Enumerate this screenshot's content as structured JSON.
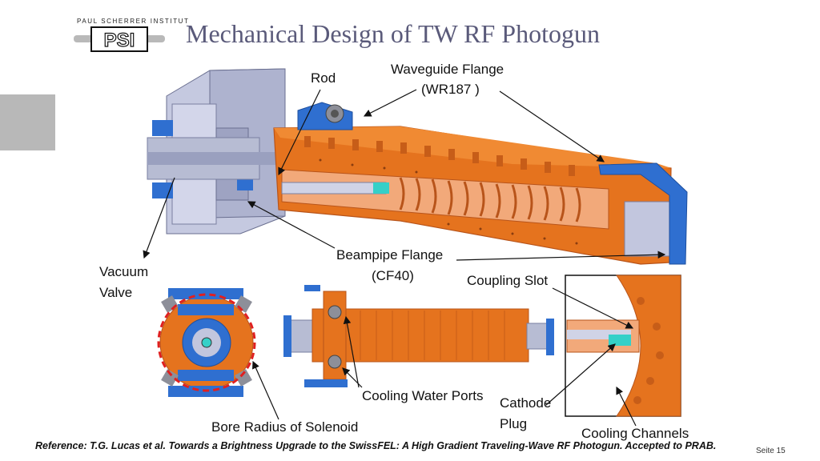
{
  "header": {
    "institute": "PAUL SCHERRER INSTITUT",
    "logo": "PSI",
    "title": "Mechanical Design of TW RF Photogun"
  },
  "labels": {
    "rod": "Rod",
    "waveguide_flange_line1": "Waveguide Flange",
    "waveguide_flange_line2": "(WR187 )",
    "vacuum_valve_line1": "Vacuum",
    "vacuum_valve_line2": "Valve",
    "beampipe_flange_line1": "Beampipe Flange",
    "beampipe_flange_line2": "(CF40)",
    "coupling_slot": "Coupling Slot",
    "cooling_water_ports": "Cooling Water Ports",
    "cathode_plug_line1": "Cathode",
    "cathode_plug_line2": "Plug",
    "bore_radius": "Bore Radius of Solenoid",
    "cooling_channels": "Cooling Channels"
  },
  "footer": {
    "reference": "Reference: T.G. Lucas et al. Towards a Brightness Upgrade to the SwissFEL: A High Gradient Traveling-Wave RF Photogun. Accepted to PRAB.",
    "page": "Seite 15"
  },
  "colors": {
    "copper": "#e5731e",
    "copper_dark": "#b8541a",
    "flange_blue": "#2f6fd0",
    "valve_grey": "#b9bfd8",
    "cathode_cyan": "#35d0c8",
    "solenoid_ring": "#e02020"
  }
}
